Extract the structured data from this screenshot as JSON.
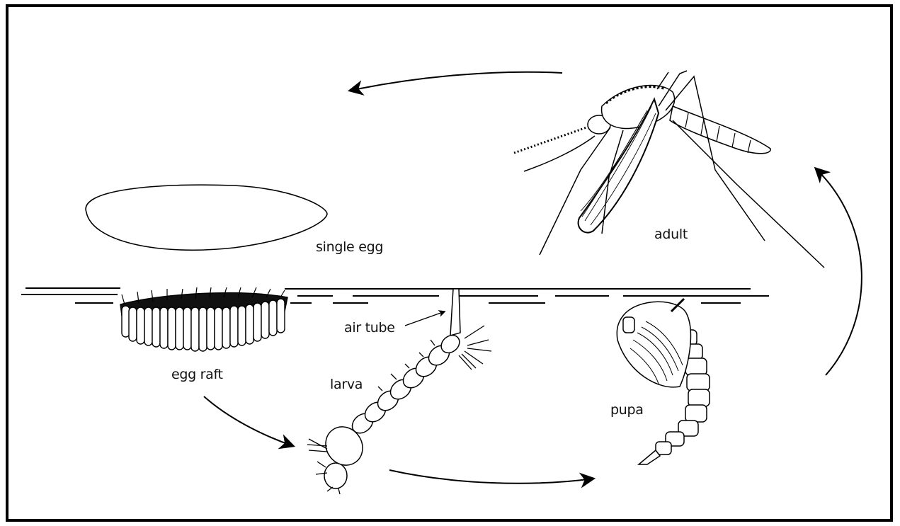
{
  "labels": {
    "single_egg": "single egg",
    "egg_raft": "egg raft",
    "air_tube": "air tube",
    "larva": "larva",
    "pupa": "pupa",
    "adult": "adult"
  },
  "colors": {
    "line": "#000000",
    "background": "#ffffff"
  }
}
